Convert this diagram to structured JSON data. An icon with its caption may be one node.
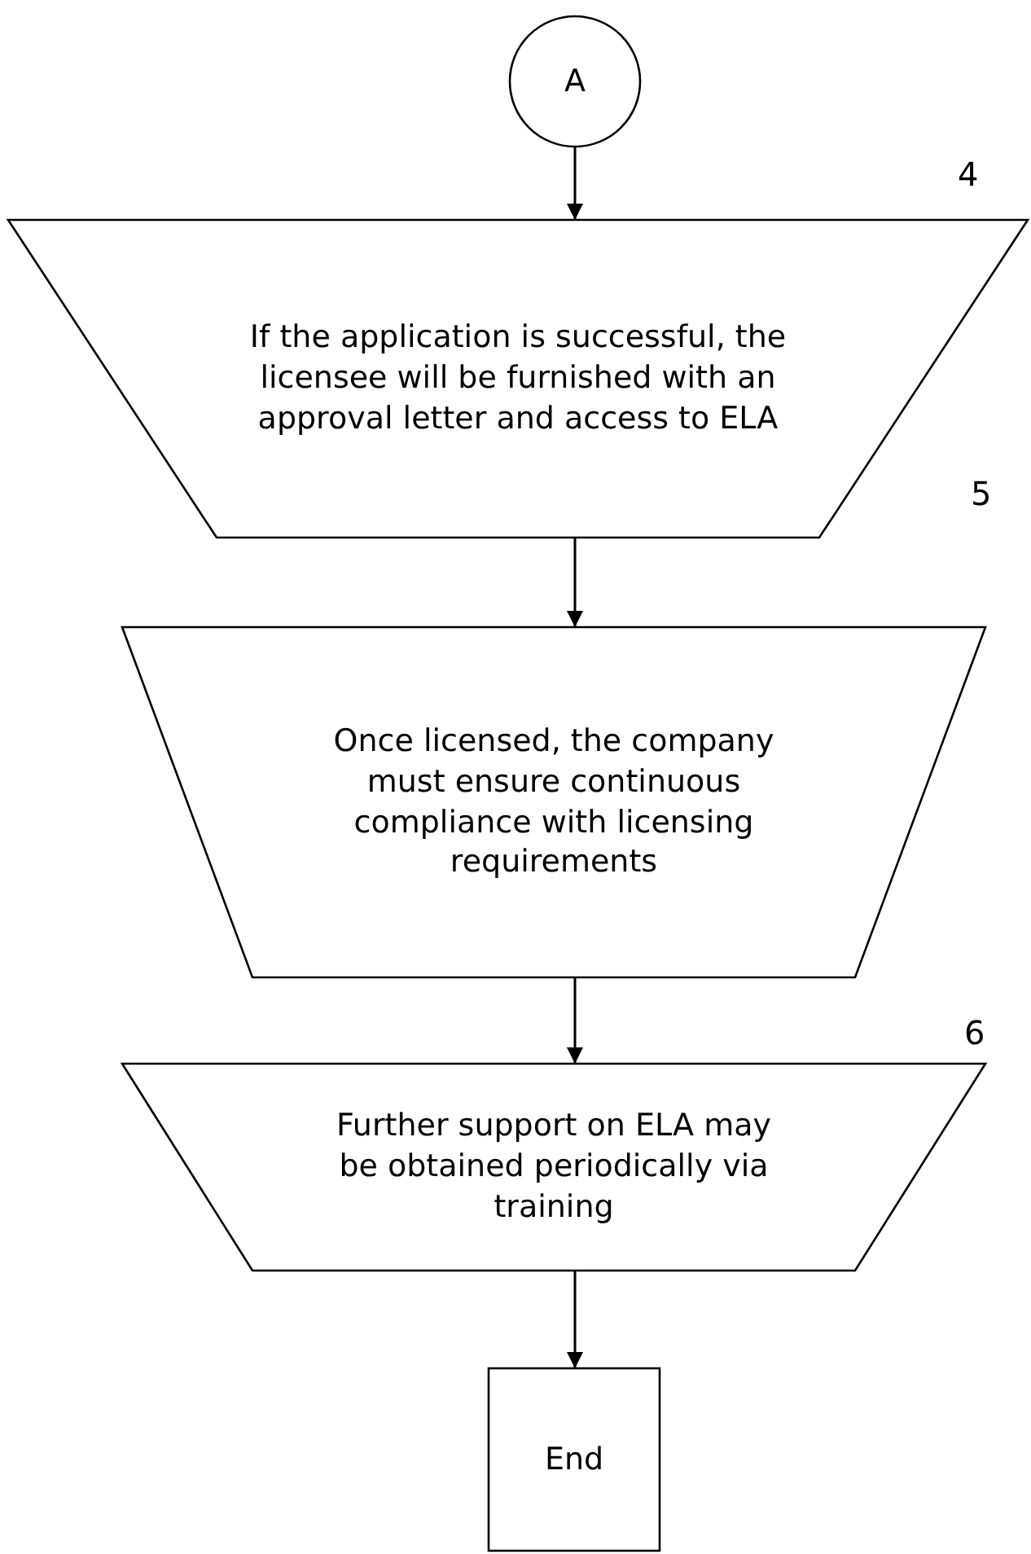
{
  "diagram": {
    "nodes": [
      {
        "text": [
          "A"
        ]
      },
      {
        "text": [
          "If the application is successful, the licensee will be furnished with an approval letter and access to ELA"
        ]
      },
      {
        "text": [
          "Once licensed, the company must ensure continuous compliance with licensing requirements"
        ]
      },
      {
        "text": [
          "Further support on ELA may be obtained periodically via training"
        ]
      },
      {
        "text": [
          "End"
        ]
      }
    ],
    "edges": [
      {
        "from": 0,
        "to": 1,
        "arrow": "to"
      },
      {
        "from": 1,
        "to": 2,
        "arrow": "to"
      },
      {
        "from": 2,
        "to": 3,
        "arrow": "to"
      },
      {
        "from": 3,
        "to": 4,
        "arrow": "to"
      }
    ],
    "labels": [
      "4",
      "5",
      "6"
    ]
  }
}
